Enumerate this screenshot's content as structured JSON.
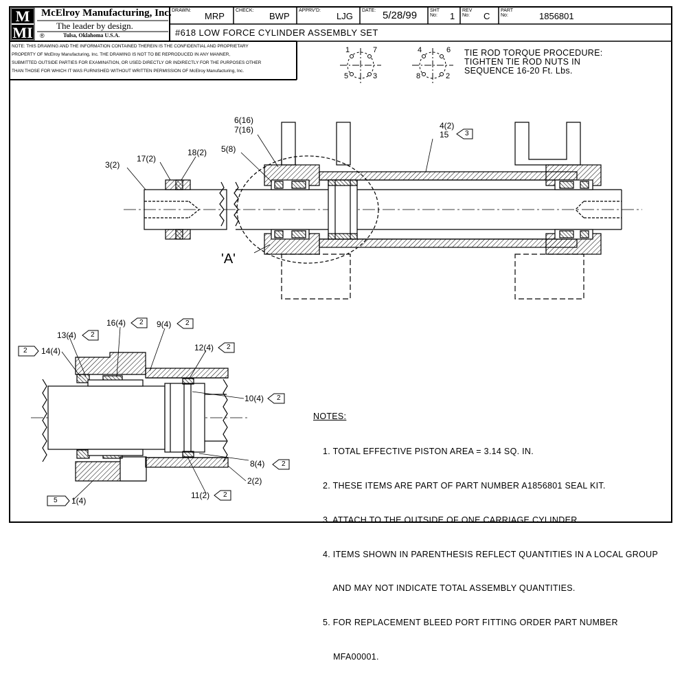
{
  "title_block": {
    "company": "McElroy Manufacturing, Inc.",
    "slogan": "The leader by design.",
    "location": "Tulsa, Oklahoma U.S.A.",
    "logo_letters": "MMI",
    "registered": "®",
    "drawn_label": "DRAWN:",
    "drawn_value": "MRP",
    "check_label": "CHECK:",
    "check_value": "BWP",
    "apprvd_label": "APPRV'D:",
    "apprvd_value": "LJG",
    "date_label": "DATE:",
    "date_value": "5/28/99",
    "sht_label": "SHT No:",
    "sht_value": "1",
    "rev_label": "REV No:",
    "rev_value": "C",
    "part_label": "PART No:",
    "part_value": "1856801",
    "drawing_title": "#618 LOW FORCE CYLINDER ASSEMBLY SET",
    "confidential_lines": [
      "NOTE: THIS DRAWING AND THE INFORMATION CONTAINED THEREIN IS THE CONFIDENTIAL AND PROPRIETARY",
      "PROPERTY OF McElroy Manufacturing, Inc. THE DRAWING IS NOT TO BE REPRODUCED IN ANY MANNER,",
      "SUBMITTED OUTSIDE PARTIES FOR EXAMINATION, OR USED DIRECTLY OR INDIRECTLY FOR THE PURPOSES OTHER",
      "THAN THOSE FOR WHICH IT WAS FURNISHED WITHOUT WRITTEN PERMISSION OF McElroy Manufacturing, Inc."
    ]
  },
  "torque": {
    "lines": [
      "TIE ROD TORQUE PROCEDURE:",
      "TIGHTEN TIE ROD NUTS IN",
      "SEQUENCE 16-20 Ft. Lbs."
    ],
    "left_pattern": [
      "1",
      "7",
      "5",
      "3"
    ],
    "right_pattern": [
      "4",
      "6",
      "8",
      "2"
    ]
  },
  "callouts_main": {
    "c1": "6(16)",
    "c2": "7(16)",
    "c3": "5(8)",
    "c4": "3(2)",
    "c5": "17(2)",
    "c6": "18(2)",
    "c7": "4(2)",
    "c8": "15",
    "c8_box": "3",
    "detail": "'A'"
  },
  "callouts_detail": {
    "d1": "16(4)",
    "d1_box": "2",
    "d2": "13(4)",
    "d2_box": "2",
    "d3": "14(4)",
    "d3_box": "2",
    "d4": "9(4)",
    "d4_box": "2",
    "d5": "12(4)",
    "d5_box": "2",
    "d6": "10(4)",
    "d6_box": "2",
    "d7": "8(4)",
    "d7_box": "2",
    "d8": "2(2)",
    "d9": "11(2)",
    "d9_box": "2",
    "d10": "1(4)",
    "d10_box": "5"
  },
  "notes": {
    "heading": "NOTES:",
    "items": [
      "1. TOTAL EFFECTIVE PISTON AREA = 3.14 SQ. IN.",
      "2. THESE ITEMS ARE PART OF PART NUMBER A1856801 SEAL KIT.",
      "3. ATTACH TO THE OUTSIDE OF ONE CARRIAGE CYLINDER.",
      "4. ITEMS SHOWN IN PARENTHESIS REFLECT QUANTITIES IN A LOCAL GROUP",
      "    AND MAY NOT INDICATE TOTAL ASSEMBLY QUANTITIES.",
      "5. FOR REPLACEMENT BLEED PORT FITTING ORDER PART NUMBER",
      "    MFA00001."
    ]
  }
}
